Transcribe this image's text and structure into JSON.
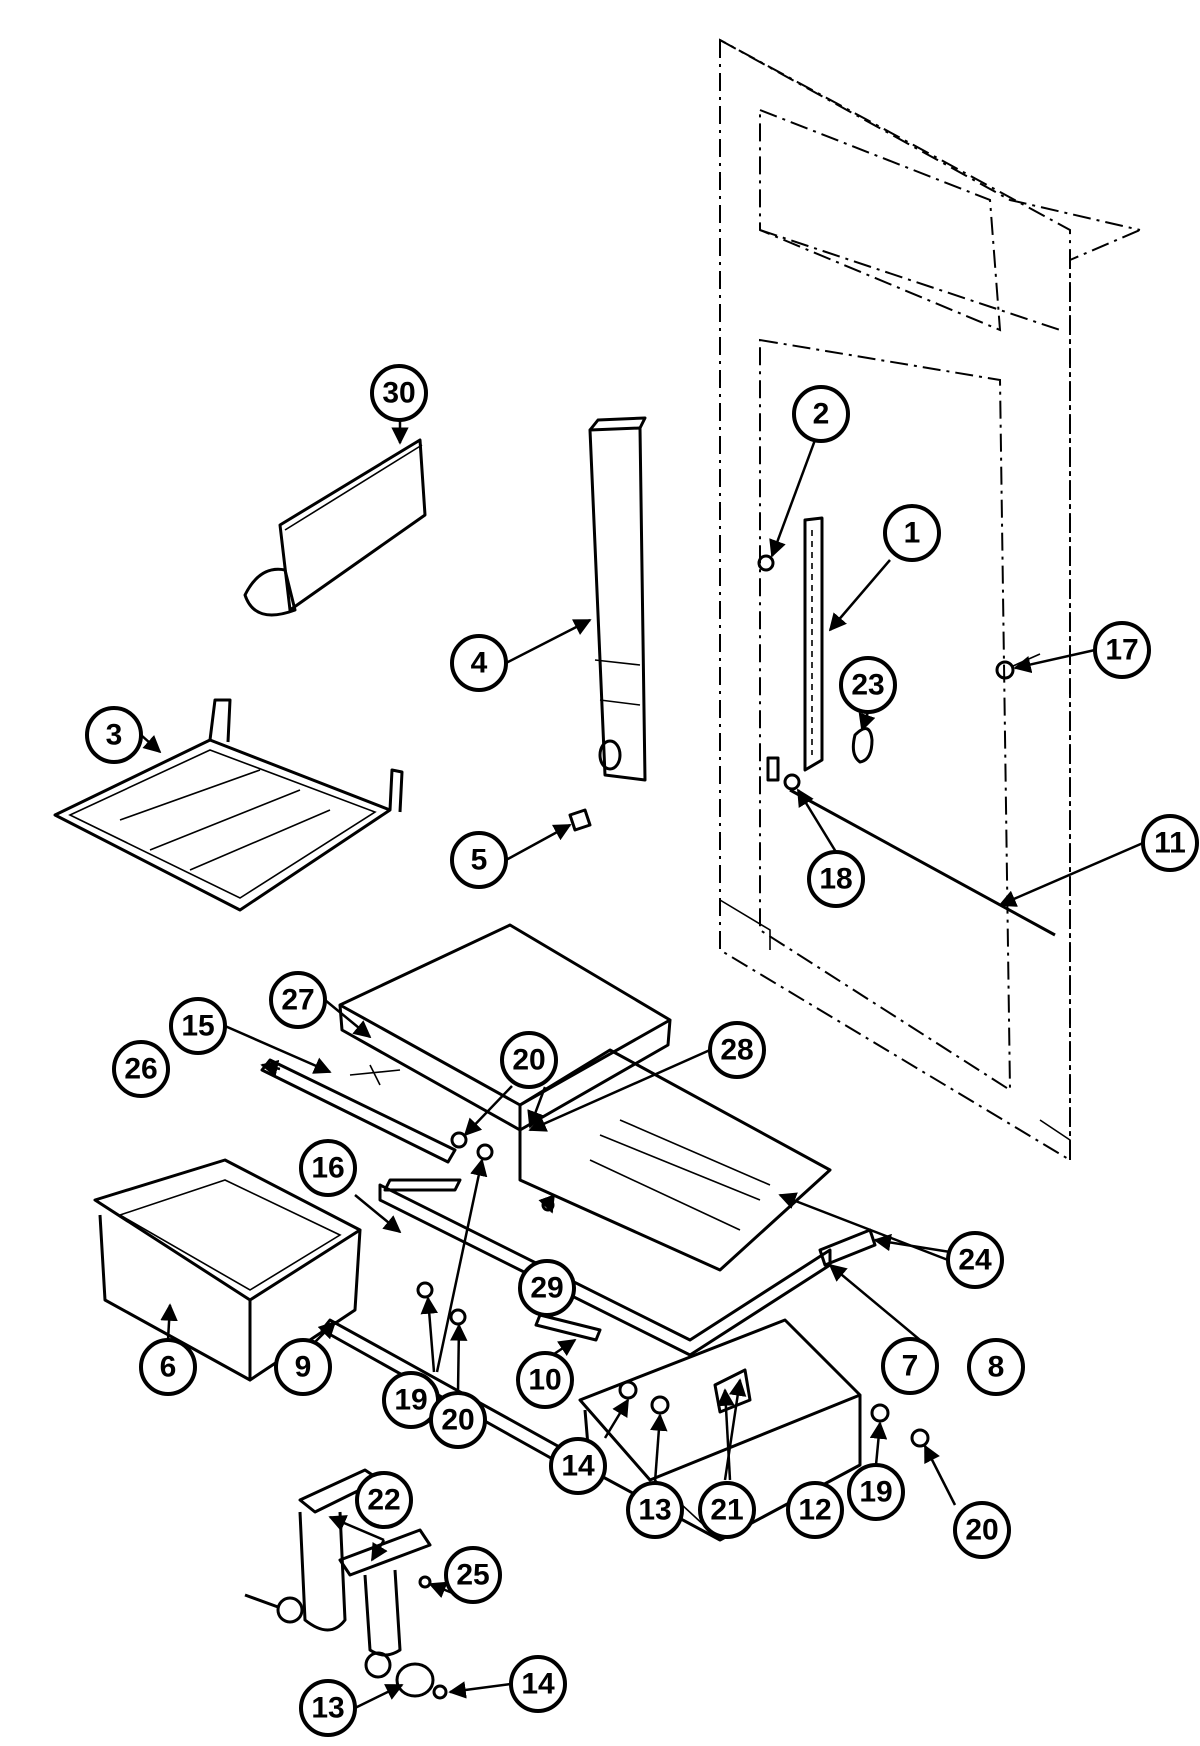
{
  "callouts": {
    "c1": "1",
    "c2": "2",
    "c3": "3",
    "c4": "4",
    "c5": "5",
    "c6": "6",
    "c7": "7",
    "c8": "8",
    "c9": "9",
    "c10": "10",
    "c11": "11",
    "c12": "12",
    "c13a": "13",
    "c13b": "13",
    "c14a": "14",
    "c14b": "14",
    "c15": "15",
    "c16": "16",
    "c17": "17",
    "c18": "18",
    "c19a": "19",
    "c19b": "19",
    "c20a": "20",
    "c20b": "20",
    "c20c": "20",
    "c21": "21",
    "c22": "22",
    "c23": "23",
    "c24": "24",
    "c25": "25",
    "c26": "26",
    "c27": "27",
    "c28": "28",
    "c29": "29",
    "c30": "30"
  }
}
